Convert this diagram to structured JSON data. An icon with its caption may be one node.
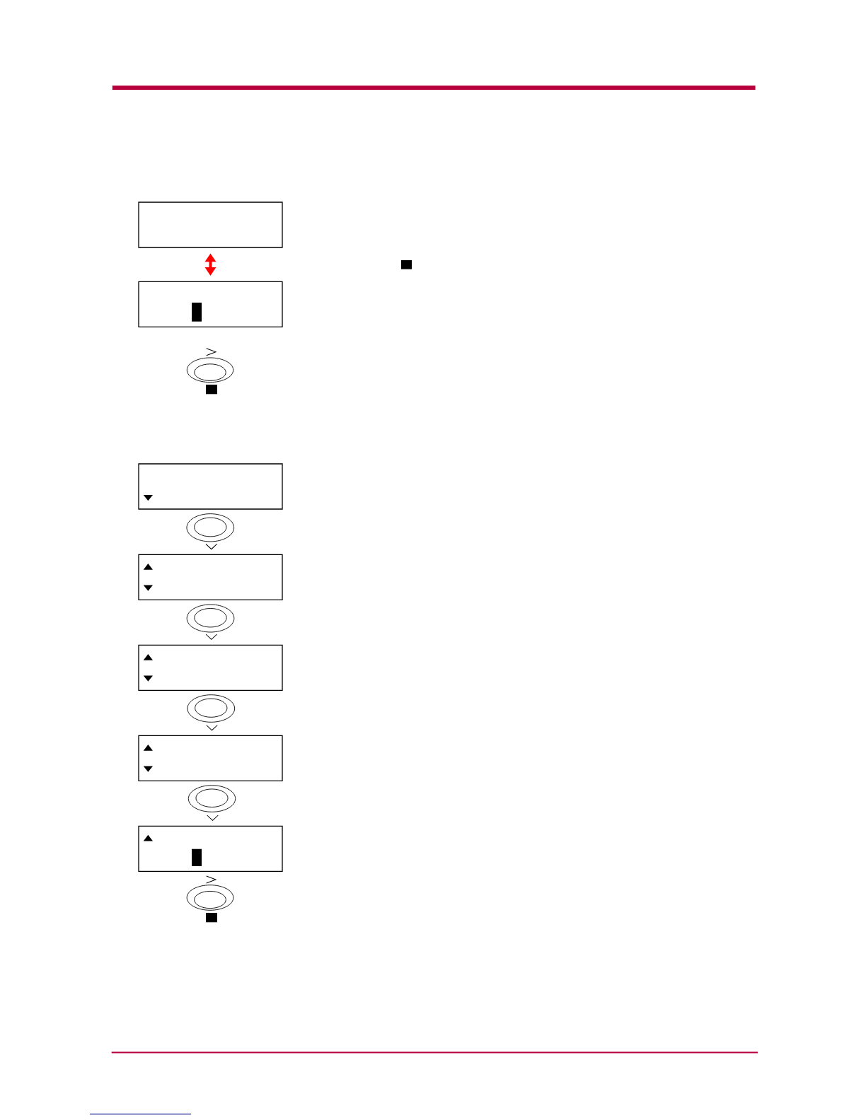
{
  "diagram": {
    "nodes": [
      {
        "text": [],
        "shape": "box"
      },
      {
        "text": [],
        "shape": "box"
      },
      {
        "text": [],
        "shape": "ellipse"
      },
      {
        "text": [],
        "shape": "box"
      },
      {
        "text": [],
        "shape": "ellipse"
      },
      {
        "text": [],
        "shape": "box"
      },
      {
        "text": [],
        "shape": "ellipse"
      },
      {
        "text": [],
        "shape": "box"
      },
      {
        "text": [],
        "shape": "ellipse"
      },
      {
        "text": [],
        "shape": "box"
      },
      {
        "text": [],
        "shape": "ellipse"
      },
      {
        "text": [],
        "shape": "box"
      },
      {
        "text": [],
        "shape": "ellipse"
      }
    ],
    "edges": [
      {
        "from": 0,
        "to": 1,
        "arrow": "both",
        "color": "#ff0000"
      }
    ]
  }
}
